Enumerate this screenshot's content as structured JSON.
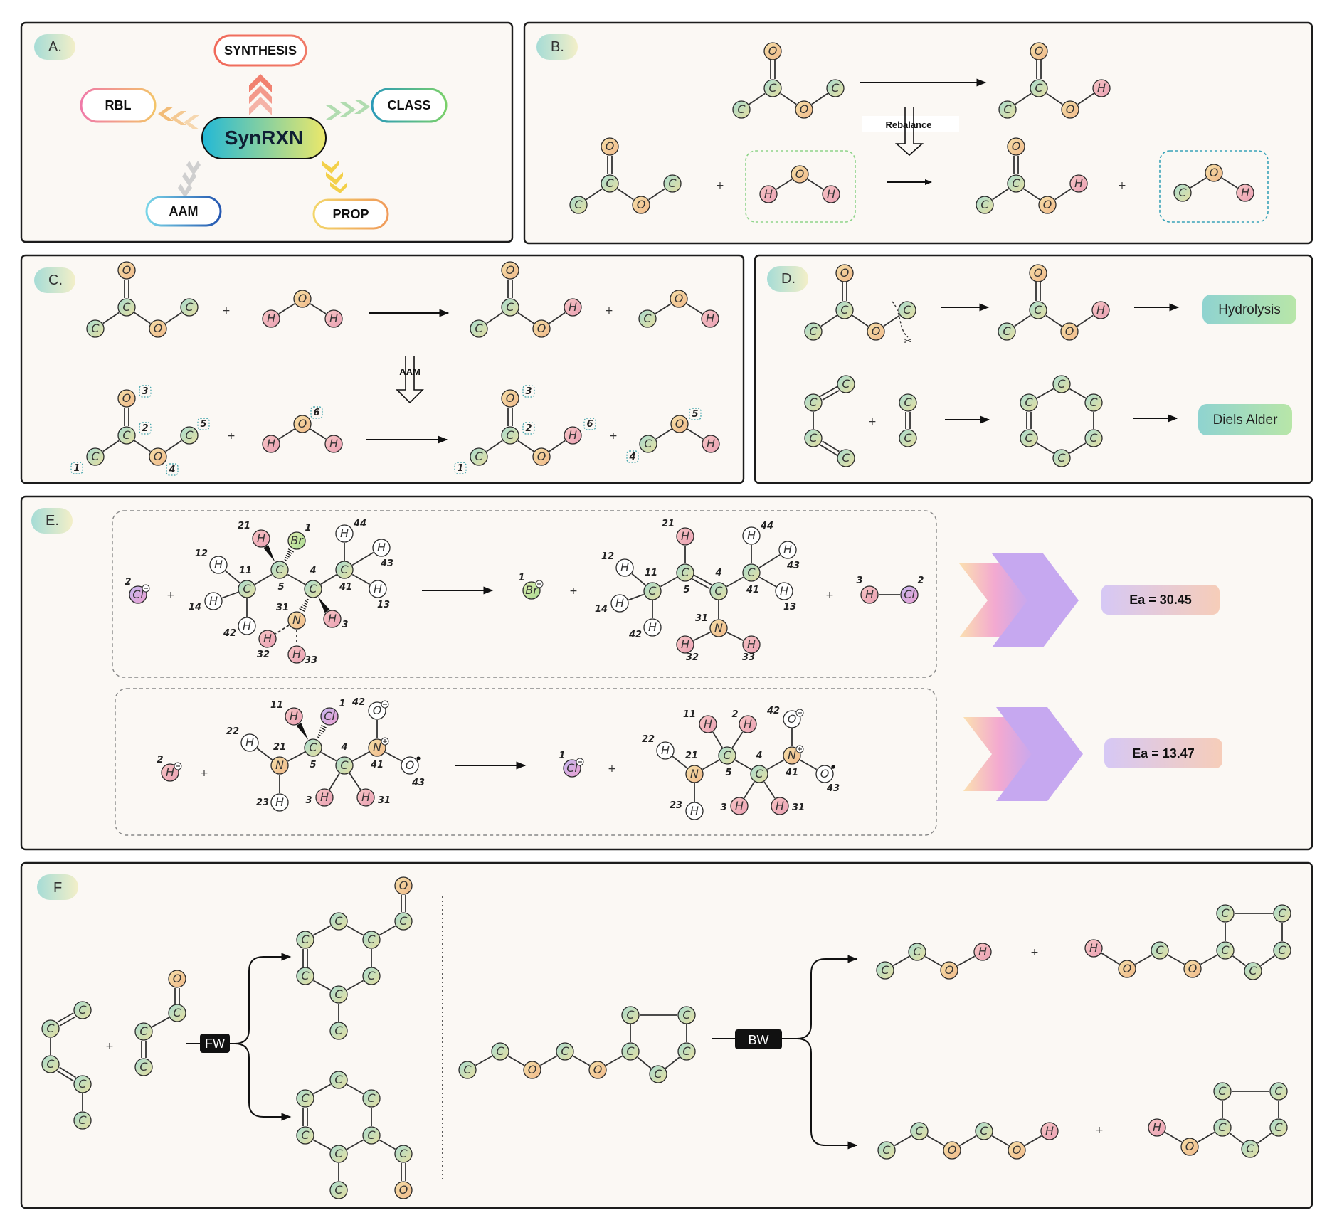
{
  "panels": {
    "a": "A.",
    "b": "B.",
    "c": "C.",
    "d": "D.",
    "e": "E.",
    "f": "F"
  },
  "panel_a": {
    "center": "SynRXN",
    "synthesis": "SYNTHESIS",
    "rbl": "RBL",
    "class": "CLASS",
    "aam": "AAM",
    "prop": "PROP"
  },
  "panel_b": {
    "rebalance_label": "Rebalance"
  },
  "panel_c": {
    "aam_label": "AAM"
  },
  "panel_d": {
    "hydrolysis": "Hydrolysis",
    "diels_alder": "Diels Alder"
  },
  "panel_e": {
    "ea1": "Ea = 30.45",
    "ea2": "Ea = 13.47"
  },
  "panel_f": {
    "fw": "FW",
    "bw": "BW"
  },
  "atoms": {
    "C": "C",
    "O": "O",
    "H": "H",
    "N": "N",
    "Br": "Br",
    "Cl": "Cl",
    "plus": "+"
  },
  "colors": {
    "C": [
      "#a9dcd0",
      "#e6dfa0"
    ],
    "O": [
      "#f6dfa8",
      "#f0b98a"
    ],
    "H": [
      "#f7c5c5",
      "#eaa0b2"
    ],
    "H_white": [
      "#ffffff",
      "#ffffff"
    ],
    "N": [
      "#f6dfa8",
      "#f0b98a"
    ],
    "Br": [
      "#dff0b0",
      "#a9d890"
    ],
    "Cl": [
      "#c5b8f0",
      "#ea9fd0"
    ],
    "pill_mint": [
      "#8fd3d0",
      "#b8e6a8"
    ],
    "ea_pill": [
      "#d6c8f5",
      "#f6cdb9"
    ],
    "chevron": "#c6a8f0"
  }
}
